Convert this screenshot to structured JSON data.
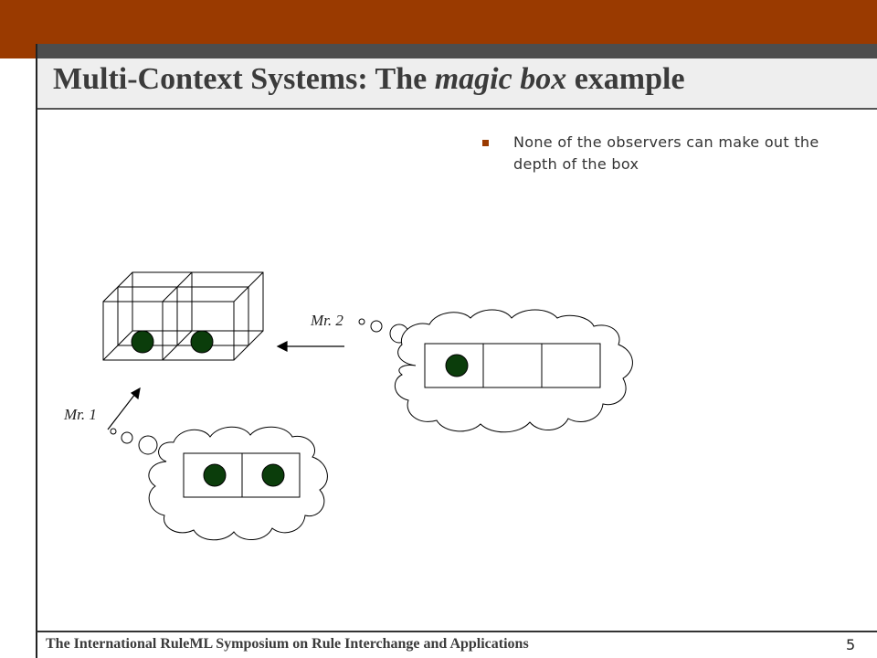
{
  "slide": {
    "title_prefix": "Multi-Context Systems: The ",
    "title_italic": "magic box",
    "title_suffix": " example",
    "bullet": "None of the observers can make out the depth of the box",
    "footer": "The International RuleML Symposium on Rule Interchange and Applications",
    "page_number": "5"
  },
  "diagram": {
    "observer1_label": "Mr. 1",
    "observer2_label": "Mr. 2",
    "ball_color": "#0b3d0b",
    "observer1_view": {
      "cells": 2,
      "balls": 2
    },
    "observer2_view": {
      "cells": 3,
      "balls": 1
    }
  },
  "colors": {
    "accent": "#9a3a00",
    "band": "#4d4d4d"
  }
}
